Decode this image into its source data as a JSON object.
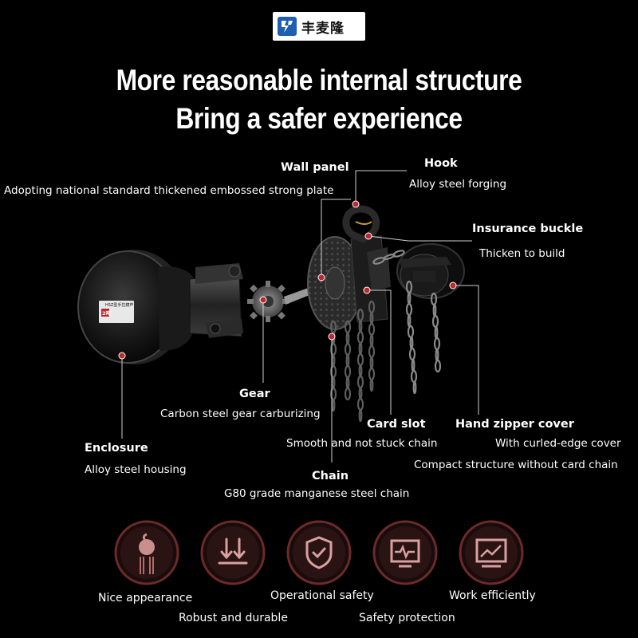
{
  "brand": {
    "name": "丰麦隆",
    "logo_icon": "brand-logo-icon"
  },
  "headline": {
    "line1": "More reasonable internal structure",
    "line2": "Bring a safer experience"
  },
  "nameplate": {
    "model": "HSZ型手拉葫芦",
    "capacity": "2吨"
  },
  "callouts": {
    "wall_panel": {
      "title": "Wall panel",
      "desc": "Adopting national standard thickened embossed strong plate"
    },
    "hook": {
      "title": "Hook",
      "desc": "Alloy steel forging"
    },
    "insurance_buckle": {
      "title": "Insurance buckle",
      "desc": "Thicken to build"
    },
    "gear": {
      "title": "Gear",
      "desc": "Carbon steel gear carburizing"
    },
    "card_slot": {
      "title": "Card slot",
      "desc": "Smooth and not stuck chain"
    },
    "hand_zipper_cover": {
      "title": "Hand zipper cover",
      "desc1": "With curled-edge cover",
      "desc2": "Compact structure without card chain"
    },
    "enclosure": {
      "title": "Enclosure",
      "desc": "Alloy steel housing"
    },
    "chain": {
      "title": "Chain",
      "desc": "G80 grade manganese steel chain"
    }
  },
  "features": [
    {
      "label": "Nice appearance",
      "icon": "hoist-icon"
    },
    {
      "label": "Robust and durable",
      "icon": "down-arrows-icon"
    },
    {
      "label": "Operational safety",
      "icon": "shield-check-icon"
    },
    {
      "label": "Safety protection",
      "icon": "monitor-pulse-icon"
    },
    {
      "label": "Work efficiently",
      "icon": "chart-trend-icon"
    }
  ],
  "colors": {
    "background": "#000000",
    "accent": "#c0272d",
    "text": "#ffffff"
  }
}
